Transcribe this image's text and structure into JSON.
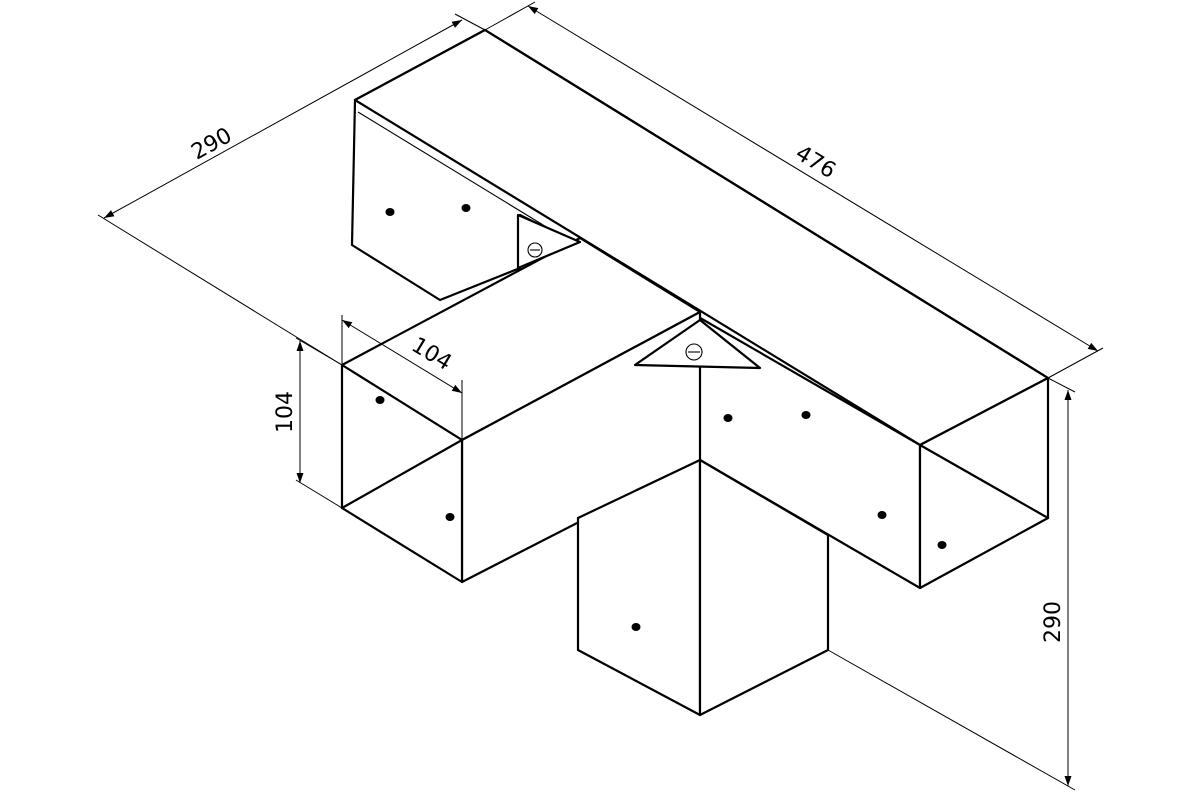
{
  "dimensions": {
    "top_length": "476",
    "top_width": "290",
    "section_width": "104",
    "section_height": "104",
    "overall_height": "290"
  },
  "colors": {
    "line": "#000000",
    "background": "#ffffff"
  }
}
